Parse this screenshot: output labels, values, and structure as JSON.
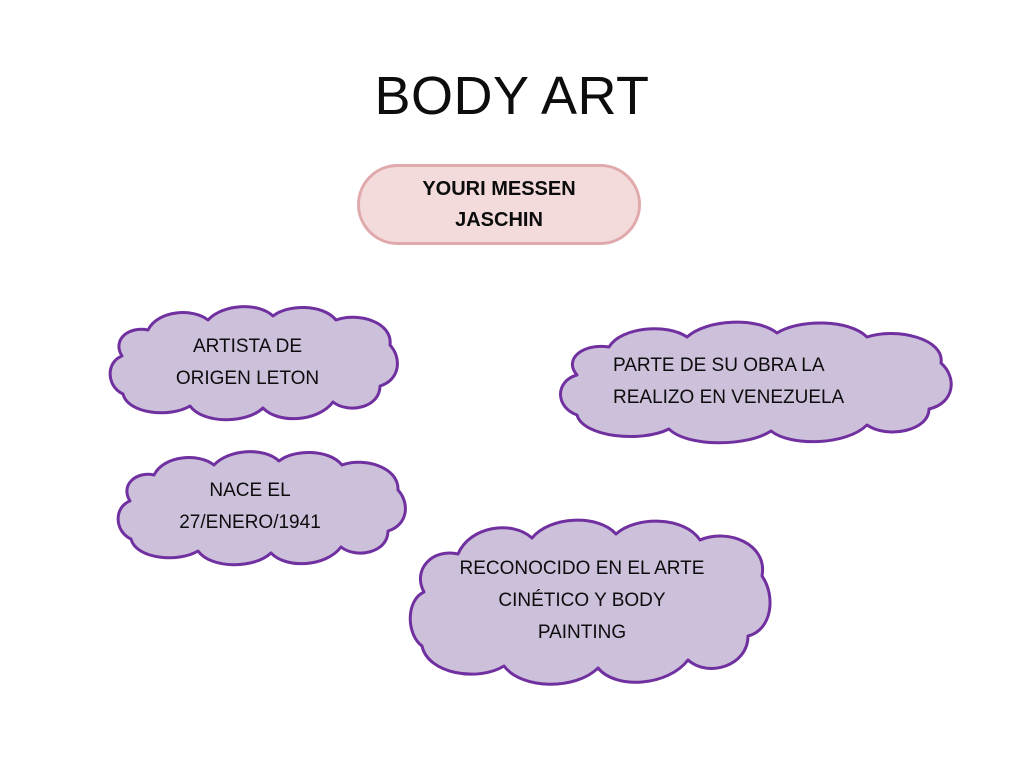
{
  "title": "BODY ART",
  "center_node": {
    "label": "YOURI MESSEN JASCHIN"
  },
  "clouds": [
    {
      "label": "ARTISTA DE ORIGEN LETON"
    },
    {
      "label": "NACE EL 27/ENERO/1941"
    },
    {
      "label": "PARTE DE SU OBRA LA REALIZO EN VENEZUELA"
    },
    {
      "label": "RECONOCIDO EN EL ARTE CINÉTICO Y BODY PAINTING"
    }
  ],
  "colors": {
    "cloud_fill": "#ccc0da",
    "cloud_stroke": "#7030a0",
    "center_fill": "#f3dbdc",
    "center_stroke": "#e0a9ac",
    "text": "#0d0d0d"
  }
}
